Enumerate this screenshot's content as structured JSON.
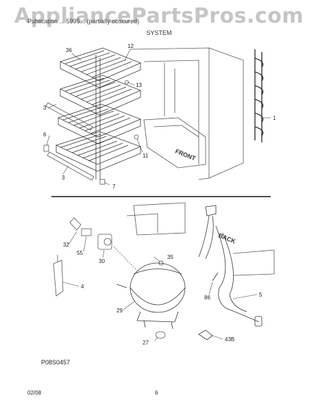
{
  "watermark": "AppliancePartsPros.com",
  "header": {
    "line1": "Publication ... 5995...  (partially obscured)",
    "section": "SYSTEM"
  },
  "labels": {
    "front": "FRONT",
    "back": "BACK"
  },
  "parts": {
    "p36": "36",
    "p12": "12",
    "p13": "13",
    "p3a": "3",
    "p6": "6",
    "p3b": "3",
    "p11": "11",
    "p7": "7",
    "p1": "1",
    "p32": "32",
    "p55": "55",
    "p30": "30",
    "p35": "35",
    "p4": "4",
    "p29": "29",
    "p27": "27",
    "p86": "86",
    "p5": "5",
    "p43b": "43B"
  },
  "figure_id": "P08S0457",
  "footer": {
    "date": "02/08",
    "page": "6"
  }
}
